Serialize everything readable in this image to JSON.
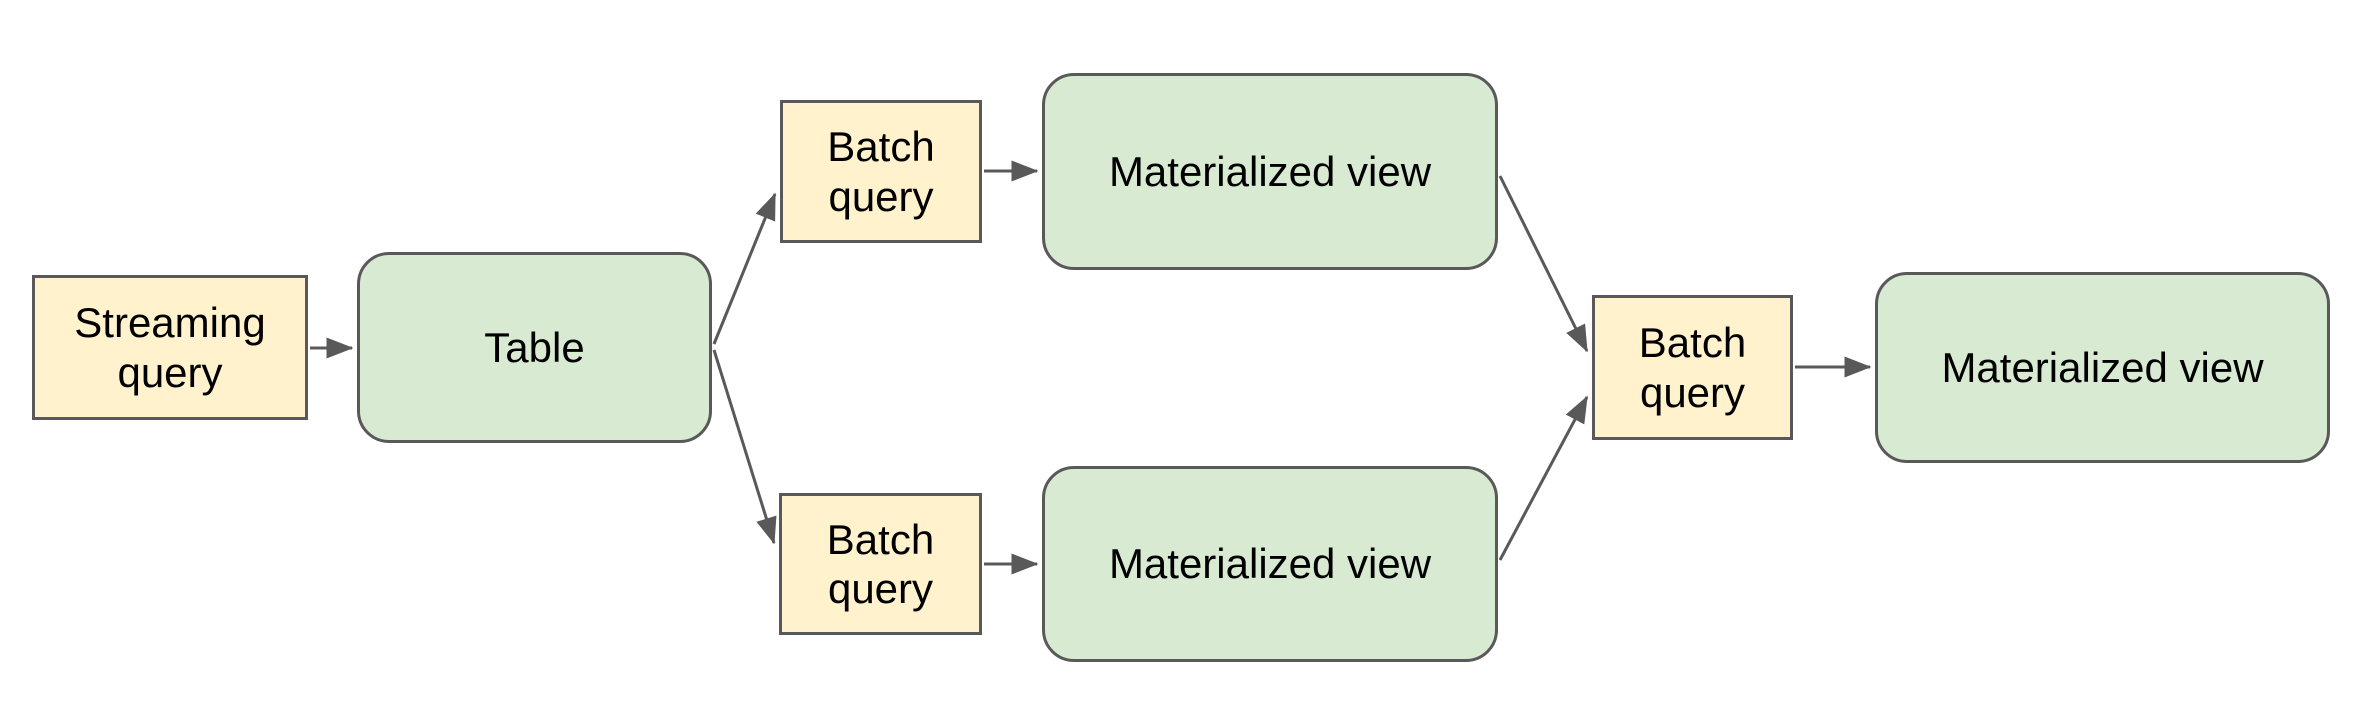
{
  "diagram": {
    "background": "#ffffff",
    "colors": {
      "query_box_fill": "#fff2cc",
      "store_box_fill": "#d9ead3",
      "border_and_arrow": "#595959",
      "text": "#000000"
    },
    "nodes": {
      "streaming_query": {
        "label": "Streaming query",
        "kind": "query"
      },
      "table": {
        "label": "Table",
        "kind": "store"
      },
      "batch_query_top": {
        "label": "Batch query",
        "kind": "query"
      },
      "materialized_view_top": {
        "label": "Materialized view",
        "kind": "store"
      },
      "batch_query_bottom": {
        "label": "Batch query",
        "kind": "query"
      },
      "materialized_view_bottom": {
        "label": "Materialized view",
        "kind": "store"
      },
      "batch_query_merge": {
        "label": "Batch query",
        "kind": "query"
      },
      "materialized_view_final": {
        "label": "Materialized view",
        "kind": "store"
      }
    },
    "edges": [
      {
        "from": "streaming_query",
        "to": "table"
      },
      {
        "from": "table",
        "to": "batch_query_top"
      },
      {
        "from": "table",
        "to": "batch_query_bottom"
      },
      {
        "from": "batch_query_top",
        "to": "materialized_view_top"
      },
      {
        "from": "batch_query_bottom",
        "to": "materialized_view_bottom"
      },
      {
        "from": "materialized_view_top",
        "to": "batch_query_merge"
      },
      {
        "from": "materialized_view_bottom",
        "to": "batch_query_merge"
      },
      {
        "from": "batch_query_merge",
        "to": "materialized_view_final"
      }
    ]
  }
}
